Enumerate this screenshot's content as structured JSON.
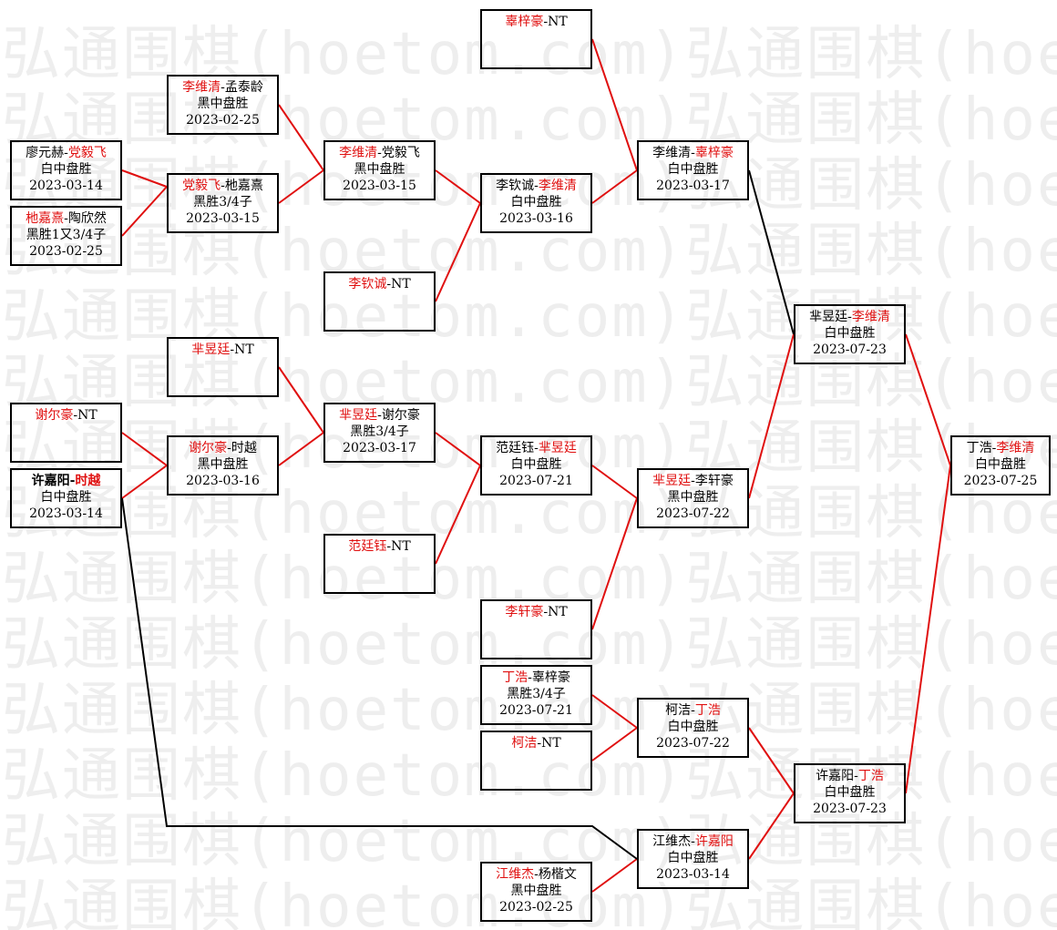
{
  "watermark": "弘通围棋(hoetom.com)",
  "colors": {
    "winner": "#e01010",
    "line_red": "#e01010",
    "line_black": "#000000"
  },
  "matches": {
    "r0_1": {
      "p1": "廖元赫",
      "p2": "党毅飞",
      "winner": 2,
      "result": "白中盘胜",
      "date": "2023-03-14"
    },
    "r0_2": {
      "p1": "杝嘉熹",
      "p2": "陶欣然",
      "winner": 1,
      "result": "黑胜1又3/4子",
      "date": "2023-02-25"
    },
    "r0_3": {
      "p1": "谢尔豪",
      "p2": "NT",
      "winner": 1,
      "result": "",
      "date": ""
    },
    "r0_4": {
      "p1": "许嘉阳",
      "p2": "时越",
      "winner": 2,
      "result": "白中盘胜",
      "date": "2023-03-14",
      "bold": true
    },
    "r1_1": {
      "p1": "李维清",
      "p2": "孟泰龄",
      "winner": 1,
      "result": "黑中盘胜",
      "date": "2023-02-25"
    },
    "r1_2": {
      "p1": "党毅飞",
      "p2": "杝嘉熹",
      "winner": 1,
      "result": "黑胜3/4子",
      "date": "2023-03-15"
    },
    "r1_3": {
      "p1": "芈昱廷",
      "p2": "NT",
      "winner": 1,
      "result": "",
      "date": ""
    },
    "r1_4": {
      "p1": "谢尔豪",
      "p2": "时越",
      "winner": 1,
      "result": "黑中盘胜",
      "date": "2023-03-16"
    },
    "r2_1": {
      "p1": "李维清",
      "p2": "党毅飞",
      "winner": 1,
      "result": "黑中盘胜",
      "date": "2023-03-15"
    },
    "r2_2": {
      "p1": "李钦诚",
      "p2": "NT",
      "winner": 1,
      "result": "",
      "date": ""
    },
    "r2_3": {
      "p1": "芈昱廷",
      "p2": "谢尔豪",
      "winner": 1,
      "result": "黑胜3/4子",
      "date": "2023-03-17"
    },
    "r2_4": {
      "p1": "范廷钰",
      "p2": "NT",
      "winner": 1,
      "result": "",
      "date": ""
    },
    "r3_1": {
      "p1": "辜梓豪",
      "p2": "NT",
      "winner": 1,
      "result": "",
      "date": ""
    },
    "r3_2": {
      "p1": "李钦诚",
      "p2": "李维清",
      "winner": 2,
      "result": "白中盘胜",
      "date": "2023-03-16"
    },
    "r3_3": {
      "p1": "范廷钰",
      "p2": "芈昱廷",
      "winner": 2,
      "result": "白中盘胜",
      "date": "2023-07-21"
    },
    "r3_4": {
      "p1": "李轩豪",
      "p2": "NT",
      "winner": 1,
      "result": "",
      "date": ""
    },
    "r3_5": {
      "p1": "丁浩",
      "p2": "辜梓豪",
      "winner": 1,
      "result": "黑胜3/4子",
      "date": "2023-07-21"
    },
    "r3_6": {
      "p1": "柯洁",
      "p2": "NT",
      "winner": 1,
      "result": "",
      "date": ""
    },
    "r3_7": {
      "p1": "江维杰",
      "p2": "杨楷文",
      "winner": 1,
      "result": "黑中盘胜",
      "date": "2023-02-25"
    },
    "r4_1": {
      "p1": "李维清",
      "p2": "辜梓豪",
      "winner": 2,
      "result": "白中盘胜",
      "date": "2023-03-17"
    },
    "r4_2": {
      "p1": "芈昱廷",
      "p2": "李轩豪",
      "winner": 1,
      "result": "黑中盘胜",
      "date": "2023-07-22"
    },
    "r4_3": {
      "p1": "柯洁",
      "p2": "丁浩",
      "winner": 2,
      "result": "白中盘胜",
      "date": "2023-07-22"
    },
    "r4_4": {
      "p1": "江维杰",
      "p2": "许嘉阳",
      "winner": 2,
      "result": "白中盘胜",
      "date": "2023-03-14"
    },
    "r5_1": {
      "p1": "芈昱廷",
      "p2": "李维清",
      "winner": 2,
      "result": "白中盘胜",
      "date": "2023-07-23"
    },
    "r5_2": {
      "p1": "许嘉阳",
      "p2": "丁浩",
      "winner": 2,
      "result": "白中盘胜",
      "date": "2023-07-23"
    },
    "final": {
      "p1": "丁浩",
      "p2": "李维清",
      "winner": 2,
      "result": "白中盘胜",
      "date": "2023-07-25"
    }
  }
}
